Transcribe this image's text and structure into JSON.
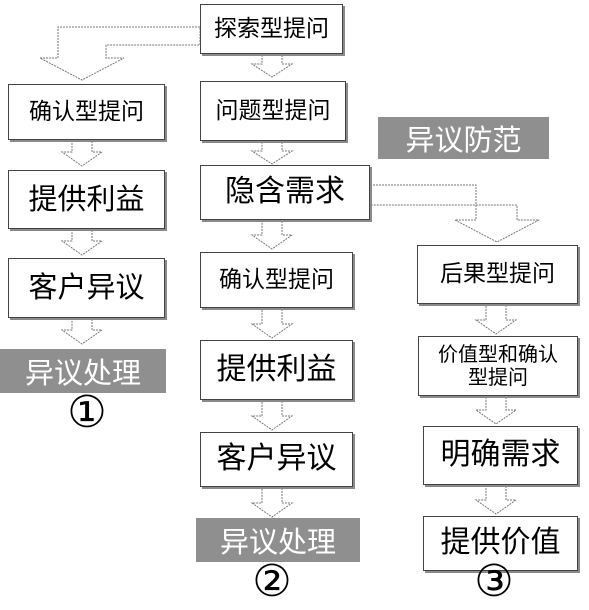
{
  "colors": {
    "box_border": "#444444",
    "label_bg": "#8f8f8f",
    "label_text": "#ffffff",
    "arrow": "#777777"
  },
  "top": {
    "explore": "探索型提问"
  },
  "left": {
    "confirm": "确认型提问",
    "benefit": "提供利益",
    "objection": "客户异议",
    "handling": "异议处理",
    "number": "①"
  },
  "middle": {
    "problem": "问题型提问",
    "implied": "隐含需求",
    "confirm": "确认型提问",
    "benefit": "提供利益",
    "objection": "客户异议",
    "handling": "异议处理",
    "number": "②"
  },
  "right": {
    "prevention": "异议防范",
    "consequence": "后果型提问",
    "value_confirm": "价值型和确认型提问",
    "explicit": "明确需求",
    "value": "提供价值",
    "number": "③"
  }
}
